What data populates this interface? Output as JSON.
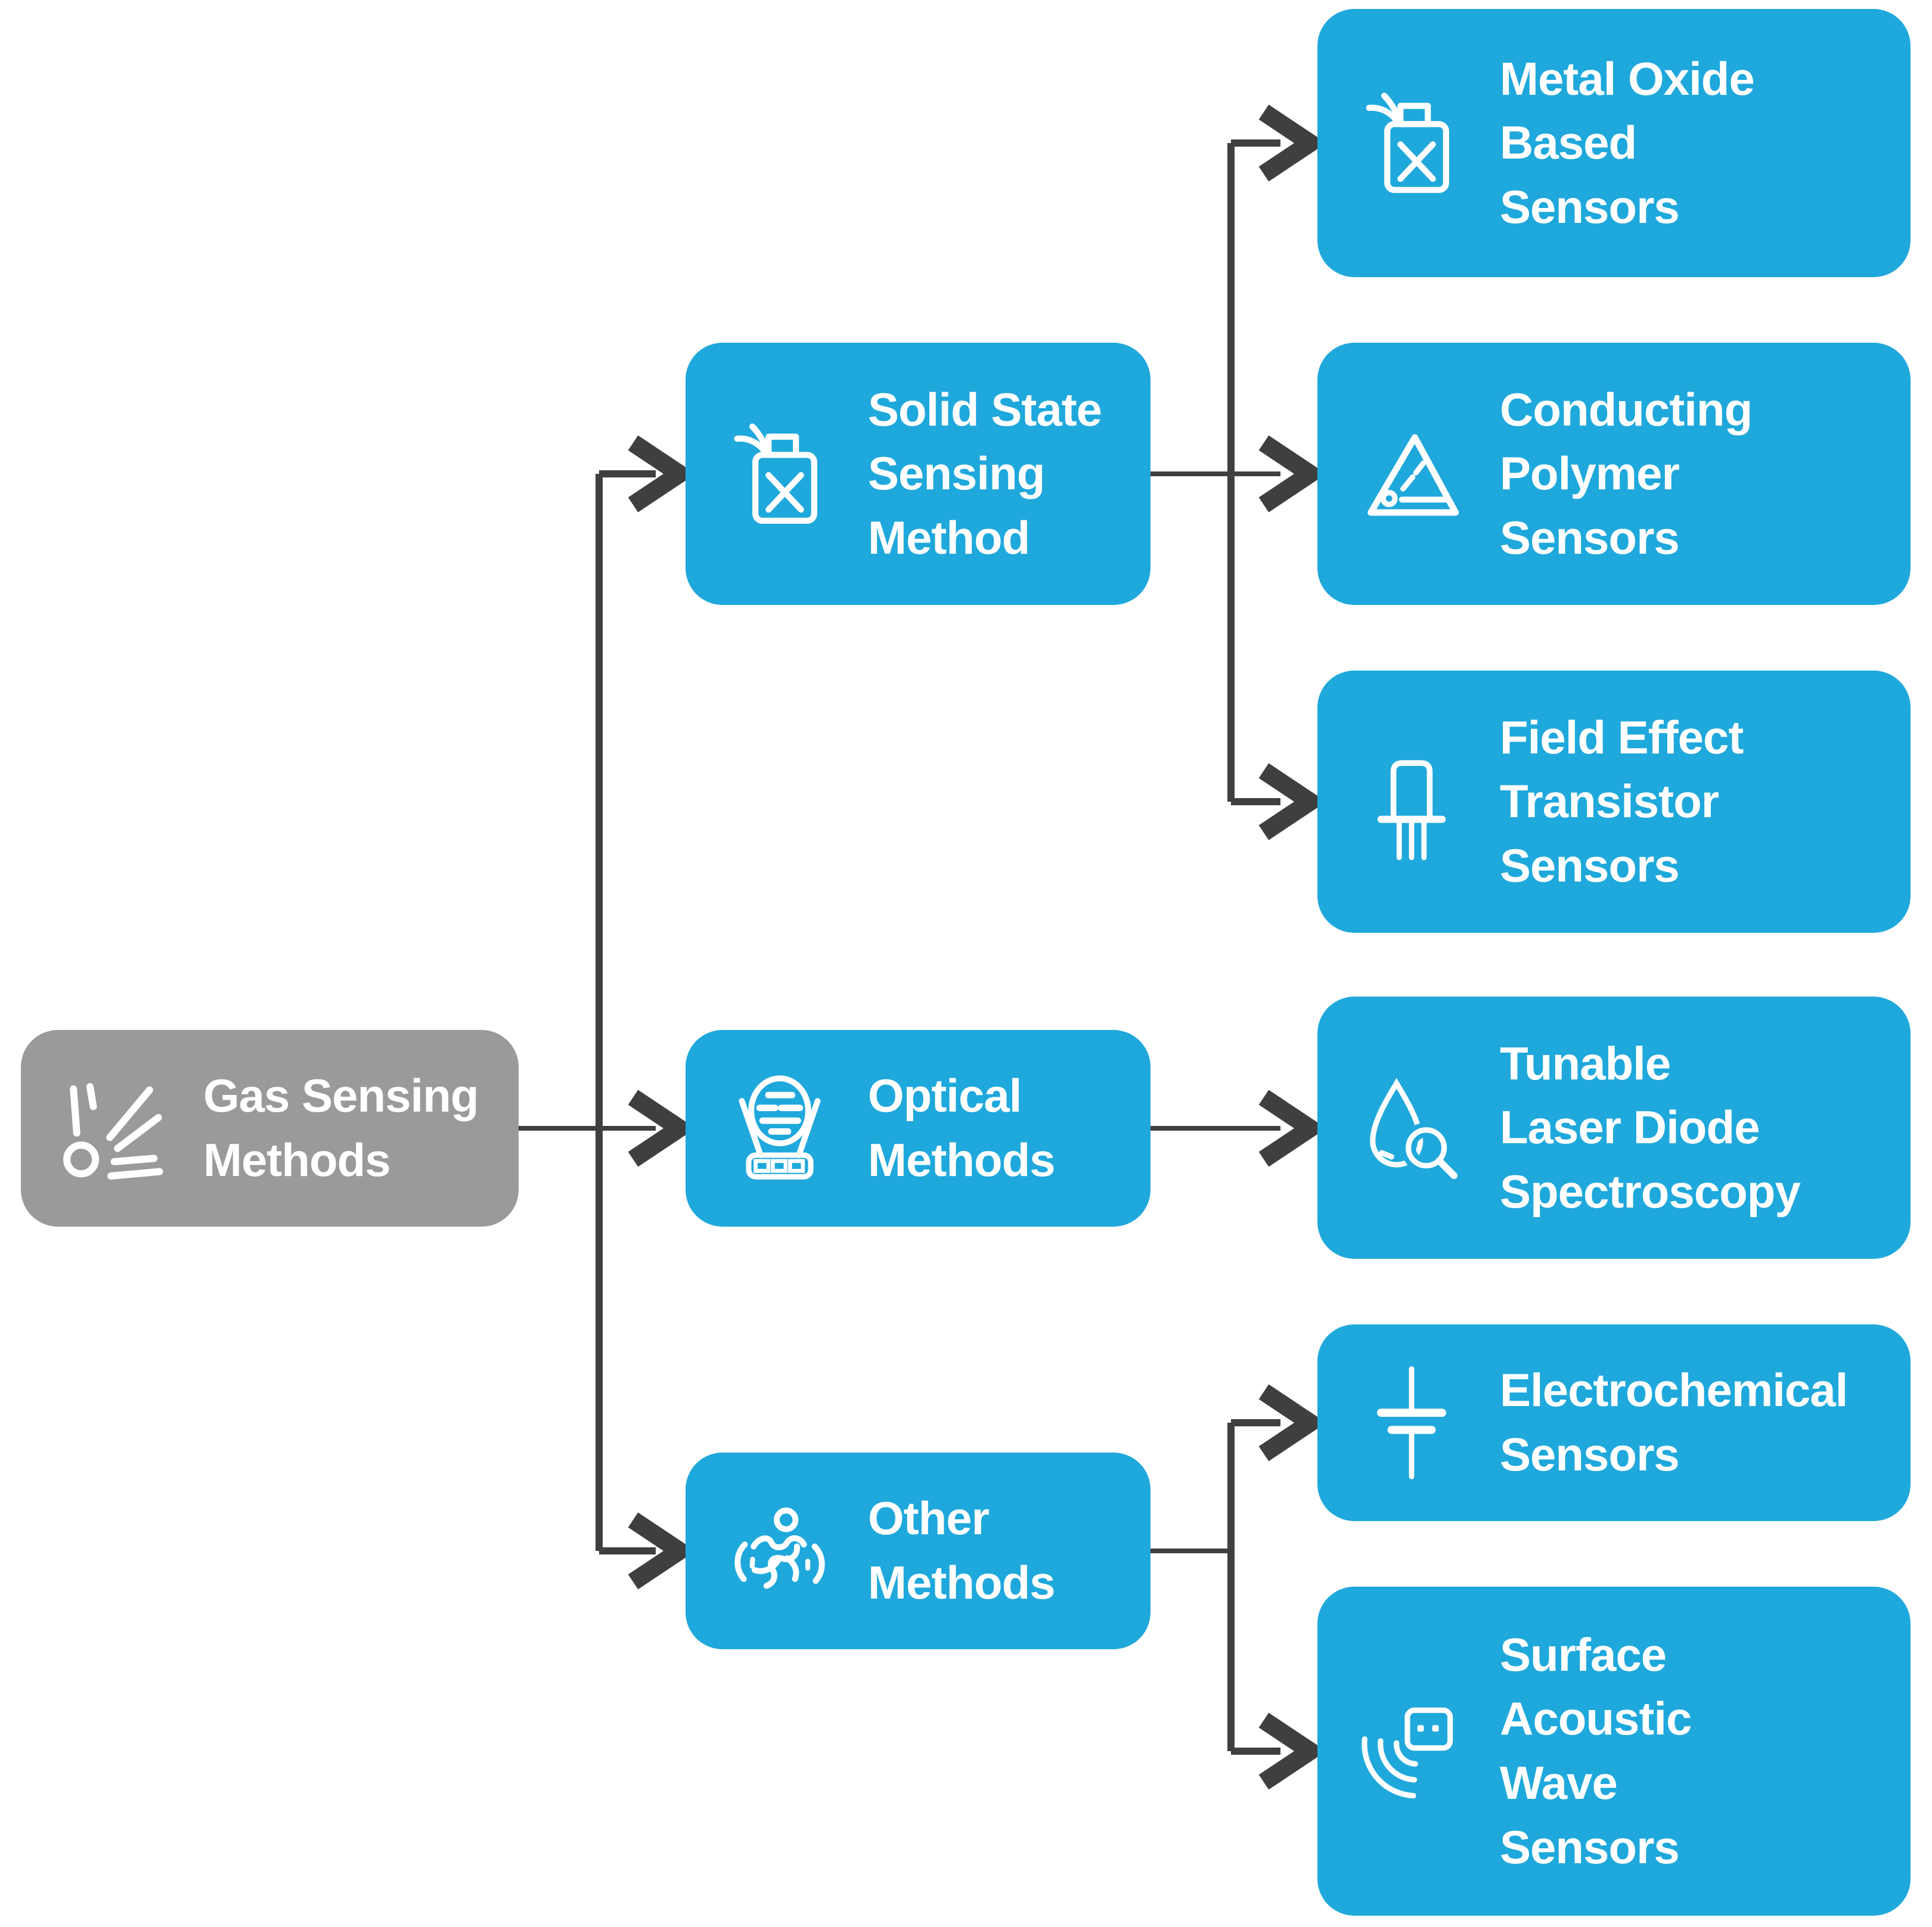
{
  "title": "Gas Sensing Methods",
  "colors": {
    "node_blue": "#1FA8DC",
    "node_gray": "#9A9A9A",
    "connector": "#3F3F3F",
    "text": "#FFFFFF"
  },
  "nodes": {
    "root": {
      "label": "Gas Sensing\nMethods",
      "icon": "gas-burst-icon"
    },
    "solid_state": {
      "label": "Solid State\nSensing\nMethod",
      "icon": "gas-can-icon"
    },
    "optical": {
      "label": "Optical\nMethods",
      "icon": "stage-light-icon"
    },
    "other": {
      "label": "Other\nMethods",
      "icon": "running-person-icon"
    },
    "metal_oxide": {
      "label": "Metal Oxide\nBased\nSensors",
      "icon": "gas-can-icon"
    },
    "conducting_polymer": {
      "label": "Conducting\nPolymer\nSensors",
      "icon": "warning-triangle-icon"
    },
    "fet": {
      "label": "Field Effect\nTransistor\nSensors",
      "icon": "transistor-icon"
    },
    "tldc": {
      "label": "Tunable\nLaser Diode\nSpectroscopy",
      "icon": "droplet-magnifier-icon"
    },
    "electrochemical": {
      "label": "Electrochemical\nSensors",
      "icon": "capacitor-icon"
    },
    "saw": {
      "label": "Surface\nAcoustic\nWave\nSensors",
      "icon": "chip-wave-icon"
    }
  },
  "edges": [
    {
      "from": "root",
      "to": "solid_state"
    },
    {
      "from": "root",
      "to": "optical"
    },
    {
      "from": "root",
      "to": "other"
    },
    {
      "from": "solid_state",
      "to": "metal_oxide"
    },
    {
      "from": "solid_state",
      "to": "conducting_polymer"
    },
    {
      "from": "solid_state",
      "to": "fet"
    },
    {
      "from": "optical",
      "to": "tldc"
    },
    {
      "from": "other",
      "to": "electrochemical"
    },
    {
      "from": "other",
      "to": "saw"
    }
  ]
}
